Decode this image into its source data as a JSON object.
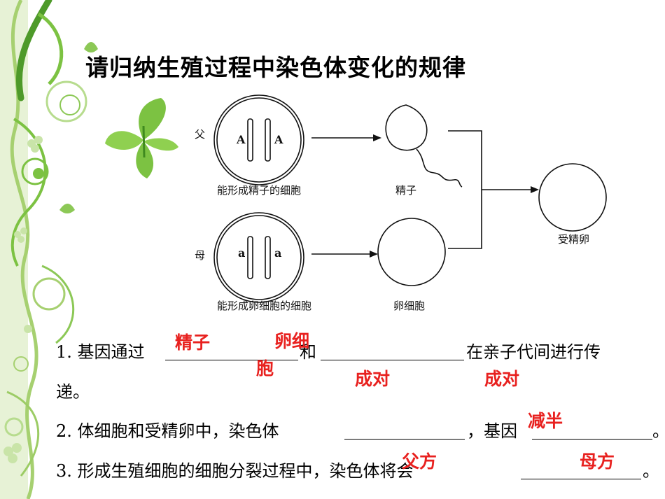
{
  "title": "请归纳生殖过程中染色体变化的规律",
  "diagram": {
    "father_label": "父",
    "mother_label": "母",
    "father_alleles": [
      "A",
      "A"
    ],
    "mother_alleles": [
      "a",
      "a"
    ],
    "sperm_producing_cell": "能形成精子的细胞",
    "egg_producing_cell": "能形成卵细胞的细胞",
    "sperm": "精子",
    "egg": "卵细胞",
    "zygote": "受精卵"
  },
  "questions": {
    "q1_a": "1. 基因通过",
    "q1_b": "和",
    "q1_c": "在亲子代间进行传",
    "q1_d": "递。",
    "q2_a": "2. 体细胞和受精卵中，染色体",
    "q2_b": "，基因",
    "q2_c": "。",
    "q3_a": "3. 形成生殖细胞的细胞分裂过程中，染色体将会",
    "q3_b": "。"
  },
  "answers": {
    "sperm": "精子",
    "egg_1": "卵细",
    "egg_2": "胞",
    "paired_1": "成对",
    "paired_2": "成对",
    "halved": "减半",
    "father_side": "父方",
    "mother_side": "母方"
  },
  "colors": {
    "answer": "#e8211f",
    "decor_green": "#7cc242"
  }
}
